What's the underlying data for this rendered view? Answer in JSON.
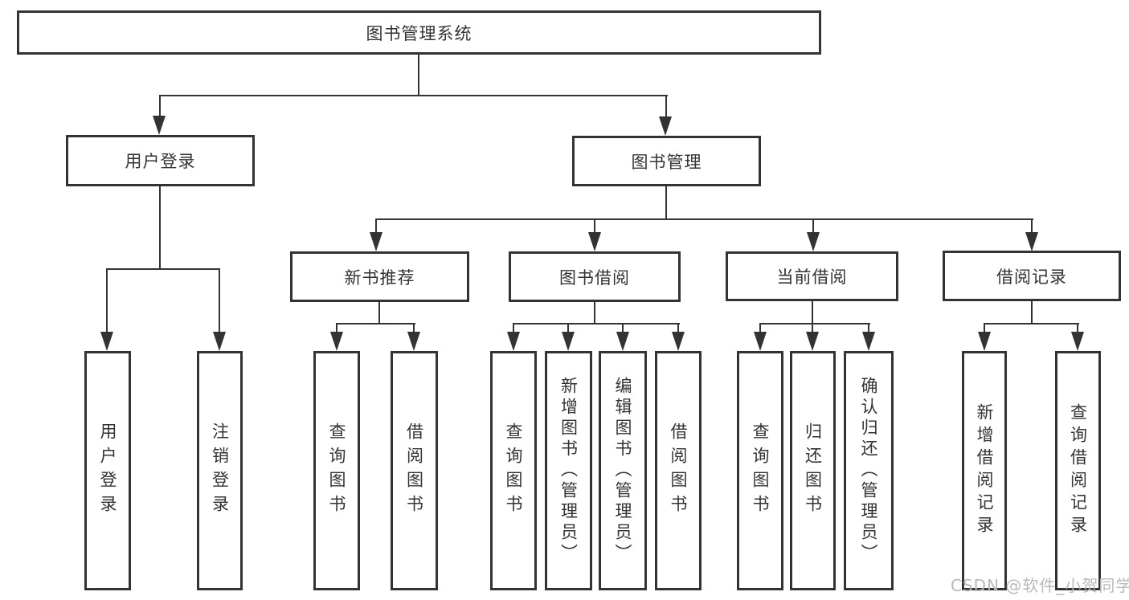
{
  "diagram": {
    "type": "tree",
    "title": "图书管理系统",
    "colors": {
      "line": "#333333",
      "box_border": "#333333",
      "box_bg": "#ffffff",
      "text": "#333333",
      "watermark": "#b9b9b9"
    }
  },
  "root": {
    "label": "图书管理系统"
  },
  "level2": [
    {
      "label": "用户登录"
    },
    {
      "label": "图书管理"
    }
  ],
  "level3": [
    {
      "label": "新书推荐",
      "parent": "图书管理"
    },
    {
      "label": "图书借阅",
      "parent": "图书管理"
    },
    {
      "label": "当前借阅",
      "parent": "图书管理"
    },
    {
      "label": "借阅记录",
      "parent": "图书管理"
    }
  ],
  "leaves": [
    {
      "label": "用户登录",
      "parent": "用户登录"
    },
    {
      "label": "注销登录",
      "parent": "用户登录"
    },
    {
      "label": "查询图书",
      "parent": "新书推荐"
    },
    {
      "label": "借阅图书",
      "parent": "新书推荐"
    },
    {
      "label": "查询图书",
      "parent": "图书借阅"
    },
    {
      "label": "新增图书（管理员）",
      "parent": "图书借阅"
    },
    {
      "label": "编辑图书（管理员）",
      "parent": "图书借阅"
    },
    {
      "label": "借阅图书",
      "parent": "图书借阅"
    },
    {
      "label": "查询图书",
      "parent": "当前借阅"
    },
    {
      "label": "归还图书",
      "parent": "当前借阅"
    },
    {
      "label": "确认归还（管理员）",
      "parent": "当前借阅"
    },
    {
      "label": "新增借阅记录",
      "parent": "借阅记录"
    },
    {
      "label": "查询借阅记录",
      "parent": "借阅记录"
    }
  ],
  "watermark": {
    "text": "CSDN @软件_小贺同学"
  }
}
